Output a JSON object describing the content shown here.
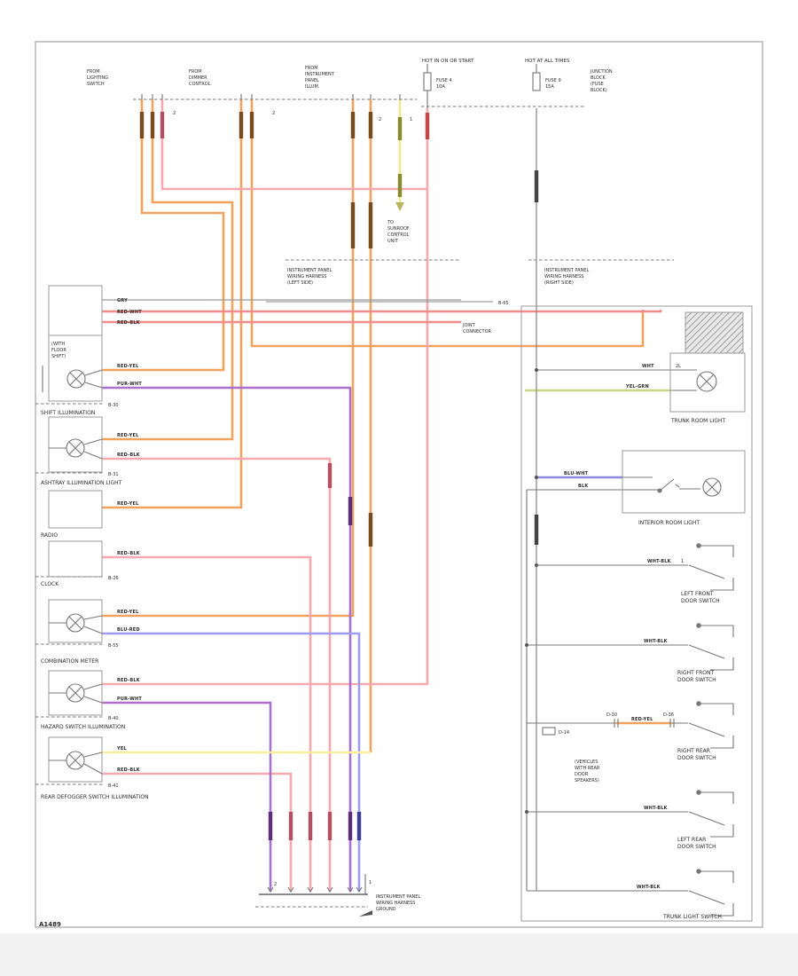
{
  "page": {
    "code": "A1489"
  },
  "colors": {
    "orange": "#f2a25c",
    "pink": "#f9a8b0",
    "red": "#f28c8c",
    "purple": "#a971cc",
    "blue": "#9d9df0",
    "yellow": "#f5ef9f",
    "yellow_green": "#cdd489",
    "wire_gray": "#777777"
  },
  "top": {
    "block1": {
      "l1": "FROM",
      "l2": "LIGHTING",
      "l3": "SWITCH"
    },
    "block2": {
      "l1": "FROM",
      "l2": "DIMMER",
      "l3": "CONTROL"
    },
    "block3": {
      "l1": "FROM",
      "l2": "INSTRUMENT",
      "l3": "PANEL",
      "l4": "ILLUM."
    },
    "fuse1": {
      "header": "HOT IN ON OR START",
      "name": "FUSE 4",
      "amps": "10A"
    },
    "fuse2": {
      "header": "HOT AT ALL TIMES",
      "name": "FUSE 9",
      "amps": "15A"
    },
    "junction_block": {
      "l1": "JUNCTION",
      "l2": "BLOCK",
      "l3": "(FUSE",
      "l4": "BLOCK)"
    },
    "arrow_label": {
      "l1": "TO",
      "l2": "SUNROOF",
      "l3": "CONTROL",
      "l4": "UNIT"
    }
  },
  "connectors": {
    "left_harness": {
      "l1": "INSTRUMENT PANEL",
      "l2": "WIRING HARNESS",
      "l3": "(LEFT SIDE)"
    },
    "right_harness": {
      "l1": "INSTRUMENT PANEL",
      "l2": "WIRING HARNESS",
      "l3": "(RIGHT SIDE)"
    },
    "joint": {
      "l1": "JOINT",
      "l2": "CONNECTOR",
      "code": "B-65"
    },
    "door_conn": "D-14"
  },
  "feed": {
    "w1": "GRY",
    "w2": "RED-WHT",
    "w3": "RED-BLK"
  },
  "left_components": [
    {
      "name": "SHIFT ILLUMINATION",
      "code": "B-30",
      "note1": "(WITH",
      "note2": "FLOOR",
      "note3": "SHIFT)",
      "wire1": "RED-YEL",
      "wire2": "PUR-WHT"
    },
    {
      "name": "ASHTRAY ILLUMINATION LIGHT",
      "code": "B-31",
      "wire1": "RED-YEL",
      "wire2": "RED-BLK"
    },
    {
      "name": "RADIO",
      "wire1": "RED-YEL"
    },
    {
      "name": "CLOCK",
      "code": "B-26",
      "wire1": "RED-BLK"
    },
    {
      "name": "COMBINATION METER",
      "code": "B-55",
      "wire1": "RED-YEL",
      "wire2": "BLU-RED"
    },
    {
      "name": "HAZARD SWITCH ILLUMINATION",
      "code": "B-40",
      "wire1": "RED-BLK",
      "wire2": "PUR-WHT"
    },
    {
      "name": "REAR DEFOGGER SWITCH ILLUMINATION",
      "code": "B-41",
      "wire1": "YEL",
      "wire2": "RED-BLK"
    }
  ],
  "right": {
    "trunk_room_light": {
      "name": "TRUNK ROOM LIGHT",
      "wire_a": "WHT",
      "wire_b": "YEL-GRN"
    },
    "interior_room_light": {
      "name": "INTERIOR ROOM LIGHT",
      "wire_a": "BLU-WHT",
      "wire_b": "BLK"
    },
    "switches": [
      {
        "n1": "LEFT FRONT",
        "n2": "DOOR SWITCH",
        "wire": "WHT-BLK"
      },
      {
        "n1": "RIGHT FRONT",
        "n2": "DOOR SWITCH",
        "wire": "WHT-BLK"
      },
      {
        "n1": "RIGHT REAR",
        "n2": "DOOR SWITCH",
        "wire": "RED-YEL",
        "c1": "D-30",
        "c2": "D-36",
        "note1": "(VEHICLES",
        "note2": "WITH REAR",
        "note3": "DOOR",
        "note4": "SPEAKERS)"
      },
      {
        "n1": "LEFT REAR",
        "n2": "DOOR SWITCH",
        "wire": "WHT-BLK"
      }
    ],
    "trunk_switch": {
      "name": "TRUNK LIGHT SWITCH",
      "wire": "WHT-BLK"
    }
  },
  "ground": {
    "l1": "INSTRUMENT PANEL",
    "l2": "WIRING HARNESS",
    "l3": "GROUND"
  },
  "pins": {
    "one": "1",
    "two": "2",
    "two_l": "2L"
  }
}
